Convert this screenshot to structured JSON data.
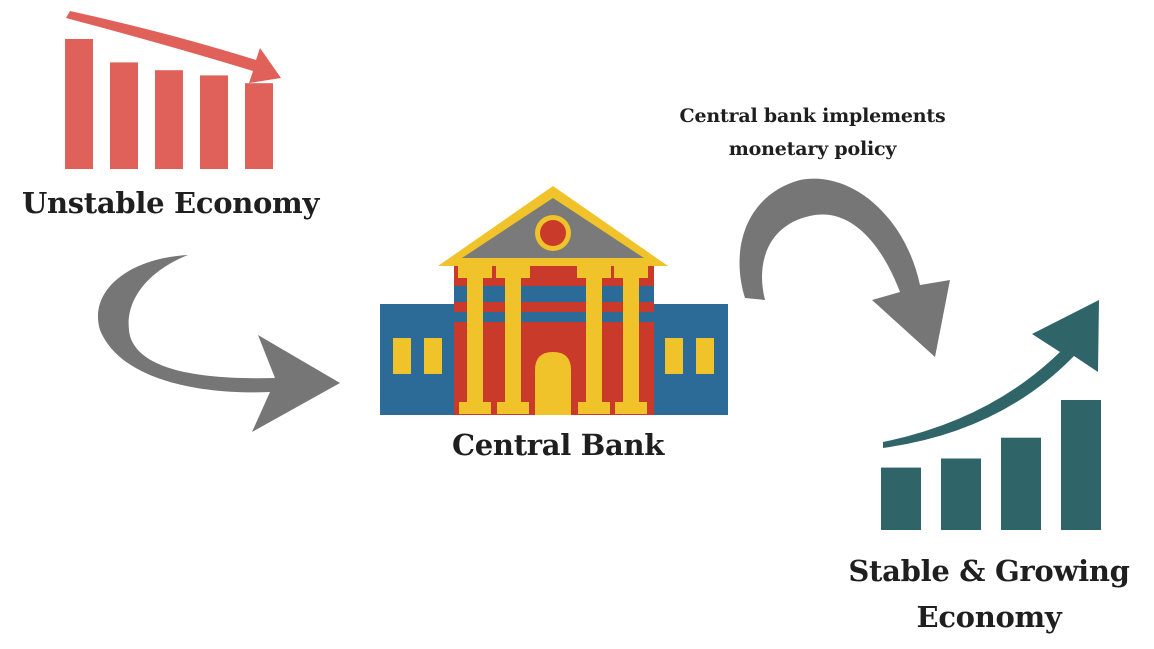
{
  "labels": {
    "unstable": "Unstable Economy",
    "bank": "Central Bank",
    "stable": "Stable & Growing Economy",
    "policy": "Central bank implements monetary policy"
  },
  "colors": {
    "declining": "#e0605a",
    "growing": "#2f6468",
    "arrow": "#767676",
    "bank_blue": "#2c6b97",
    "bank_red": "#c93a2a",
    "bank_gold": "#f0c32a",
    "bank_gray": "#7a7a7a"
  },
  "icons": {
    "declining": "declining-bar-chart-icon",
    "bank": "bank-building-icon",
    "growing": "growing-bar-chart-icon"
  },
  "charts": {
    "declining": [
      1.0,
      0.82,
      0.76,
      0.72,
      0.66
    ],
    "growing": [
      0.48,
      0.55,
      0.71,
      1.0
    ]
  }
}
